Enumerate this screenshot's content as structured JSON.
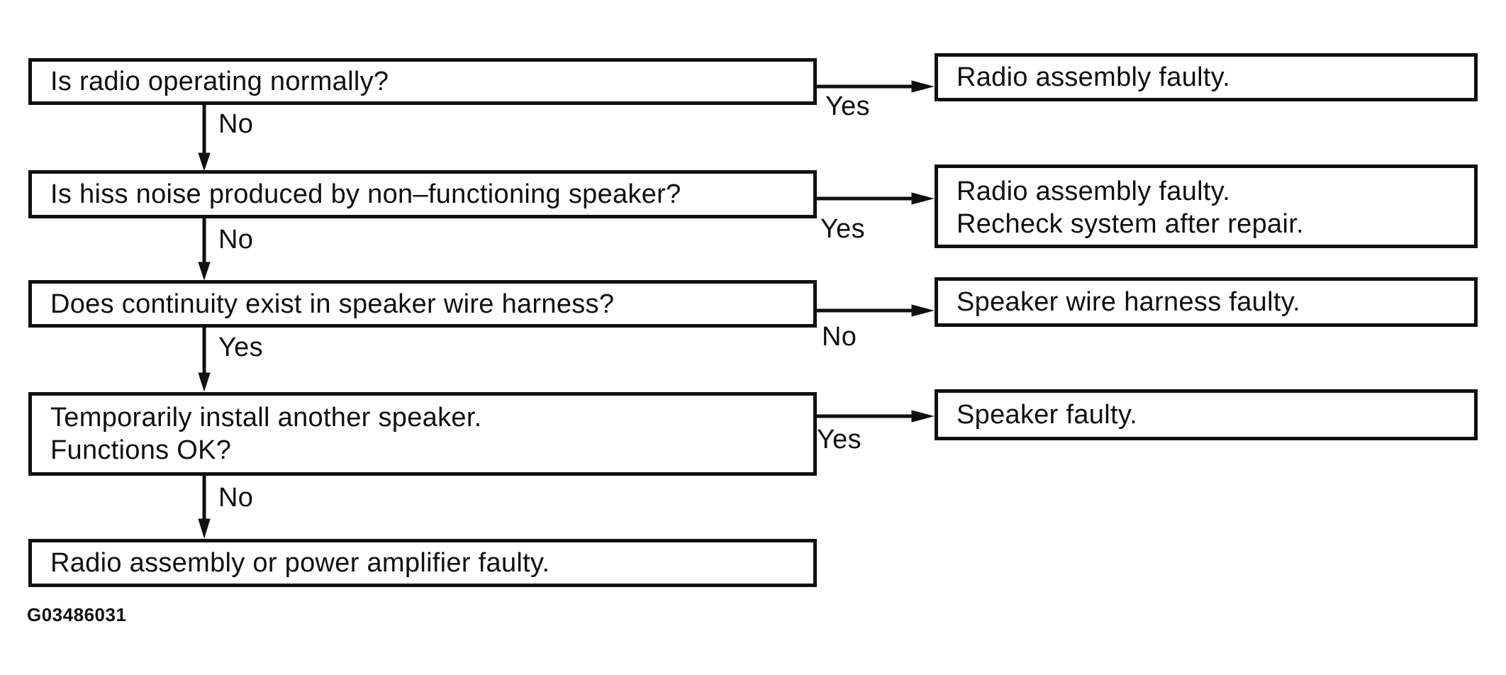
{
  "figure": {
    "id": "G03486031",
    "ink_color": "#101010",
    "background_color": "#ffffff"
  },
  "flowchart": {
    "type": "troubleshooting-decision-tree",
    "steps": [
      {
        "question": "Is radio operating normally?",
        "down_label": "No",
        "side_label": "Yes",
        "result": "Radio assembly faulty."
      },
      {
        "question": "Is hiss noise produced by non–functioning speaker?",
        "down_label": "No",
        "side_label": "Yes",
        "result": "Radio assembly faulty.",
        "result_line2": "Recheck system after repair."
      },
      {
        "question": "Does continuity exist in speaker wire harness?",
        "down_label": "Yes",
        "side_label": "No",
        "result": "Speaker wire harness faulty."
      },
      {
        "question": "Temporarily install another speaker.",
        "question_line2": "Functions OK?",
        "down_label": "No",
        "side_label": "Yes",
        "result": "Speaker faulty."
      },
      {
        "question": "Radio assembly or power amplifier faulty."
      }
    ]
  }
}
